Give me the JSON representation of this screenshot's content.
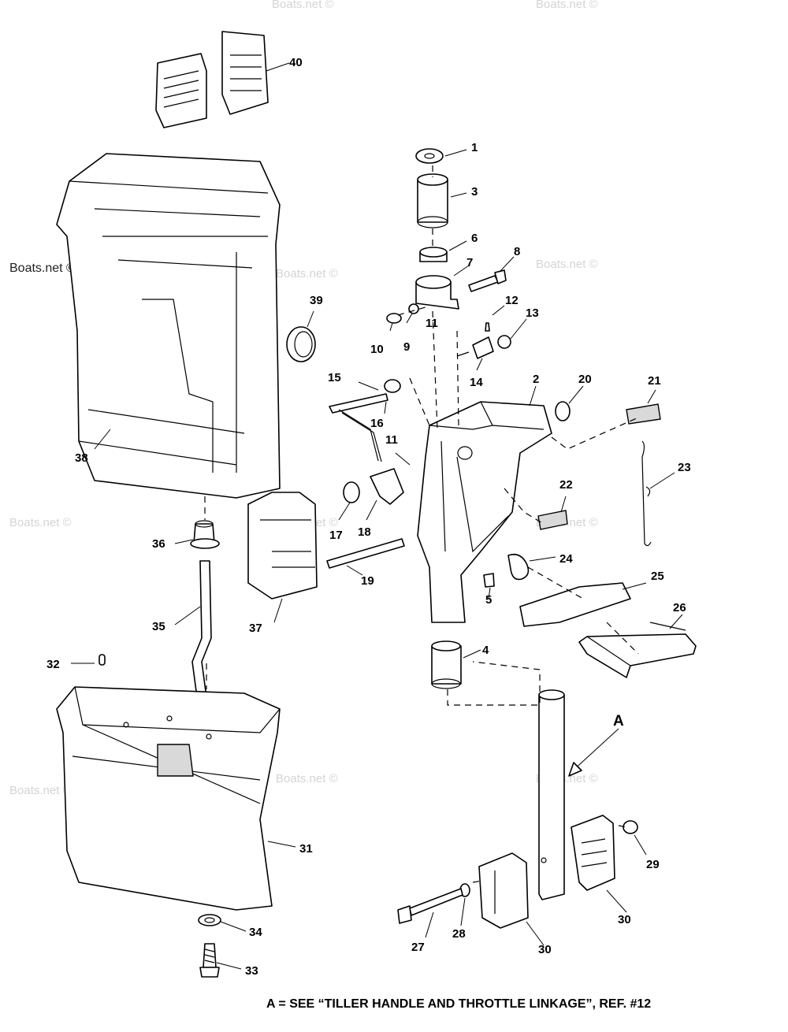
{
  "watermark": "Boats.net ©",
  "callouts": {
    "p1": "1",
    "p2": "2",
    "p3": "3",
    "p4": "4",
    "p5": "5",
    "p6": "6",
    "p7": "7",
    "p8": "8",
    "p9": "9",
    "p10": "10",
    "p11a": "11",
    "p11b": "11",
    "p12": "12",
    "p13": "13",
    "p14": "14",
    "p15": "15",
    "p16": "16",
    "p17": "17",
    "p18": "18",
    "p19": "19",
    "p20": "20",
    "p21": "21",
    "p22": "22",
    "p23": "23",
    "p24": "24",
    "p25": "25",
    "p26": "26",
    "p27": "27",
    "p28": "28",
    "p29": "29",
    "p30a": "30",
    "p30b": "30",
    "p31": "31",
    "p32": "32",
    "p33": "33",
    "p34": "34",
    "p35": "35",
    "p36": "36",
    "p37": "37",
    "p38": "38",
    "p39": "39",
    "p40": "40",
    "pA": "A"
  },
  "footer_note": "A = SEE “TILLER HANDLE AND THROTTLE LINKAGE”,  REF. #12"
}
